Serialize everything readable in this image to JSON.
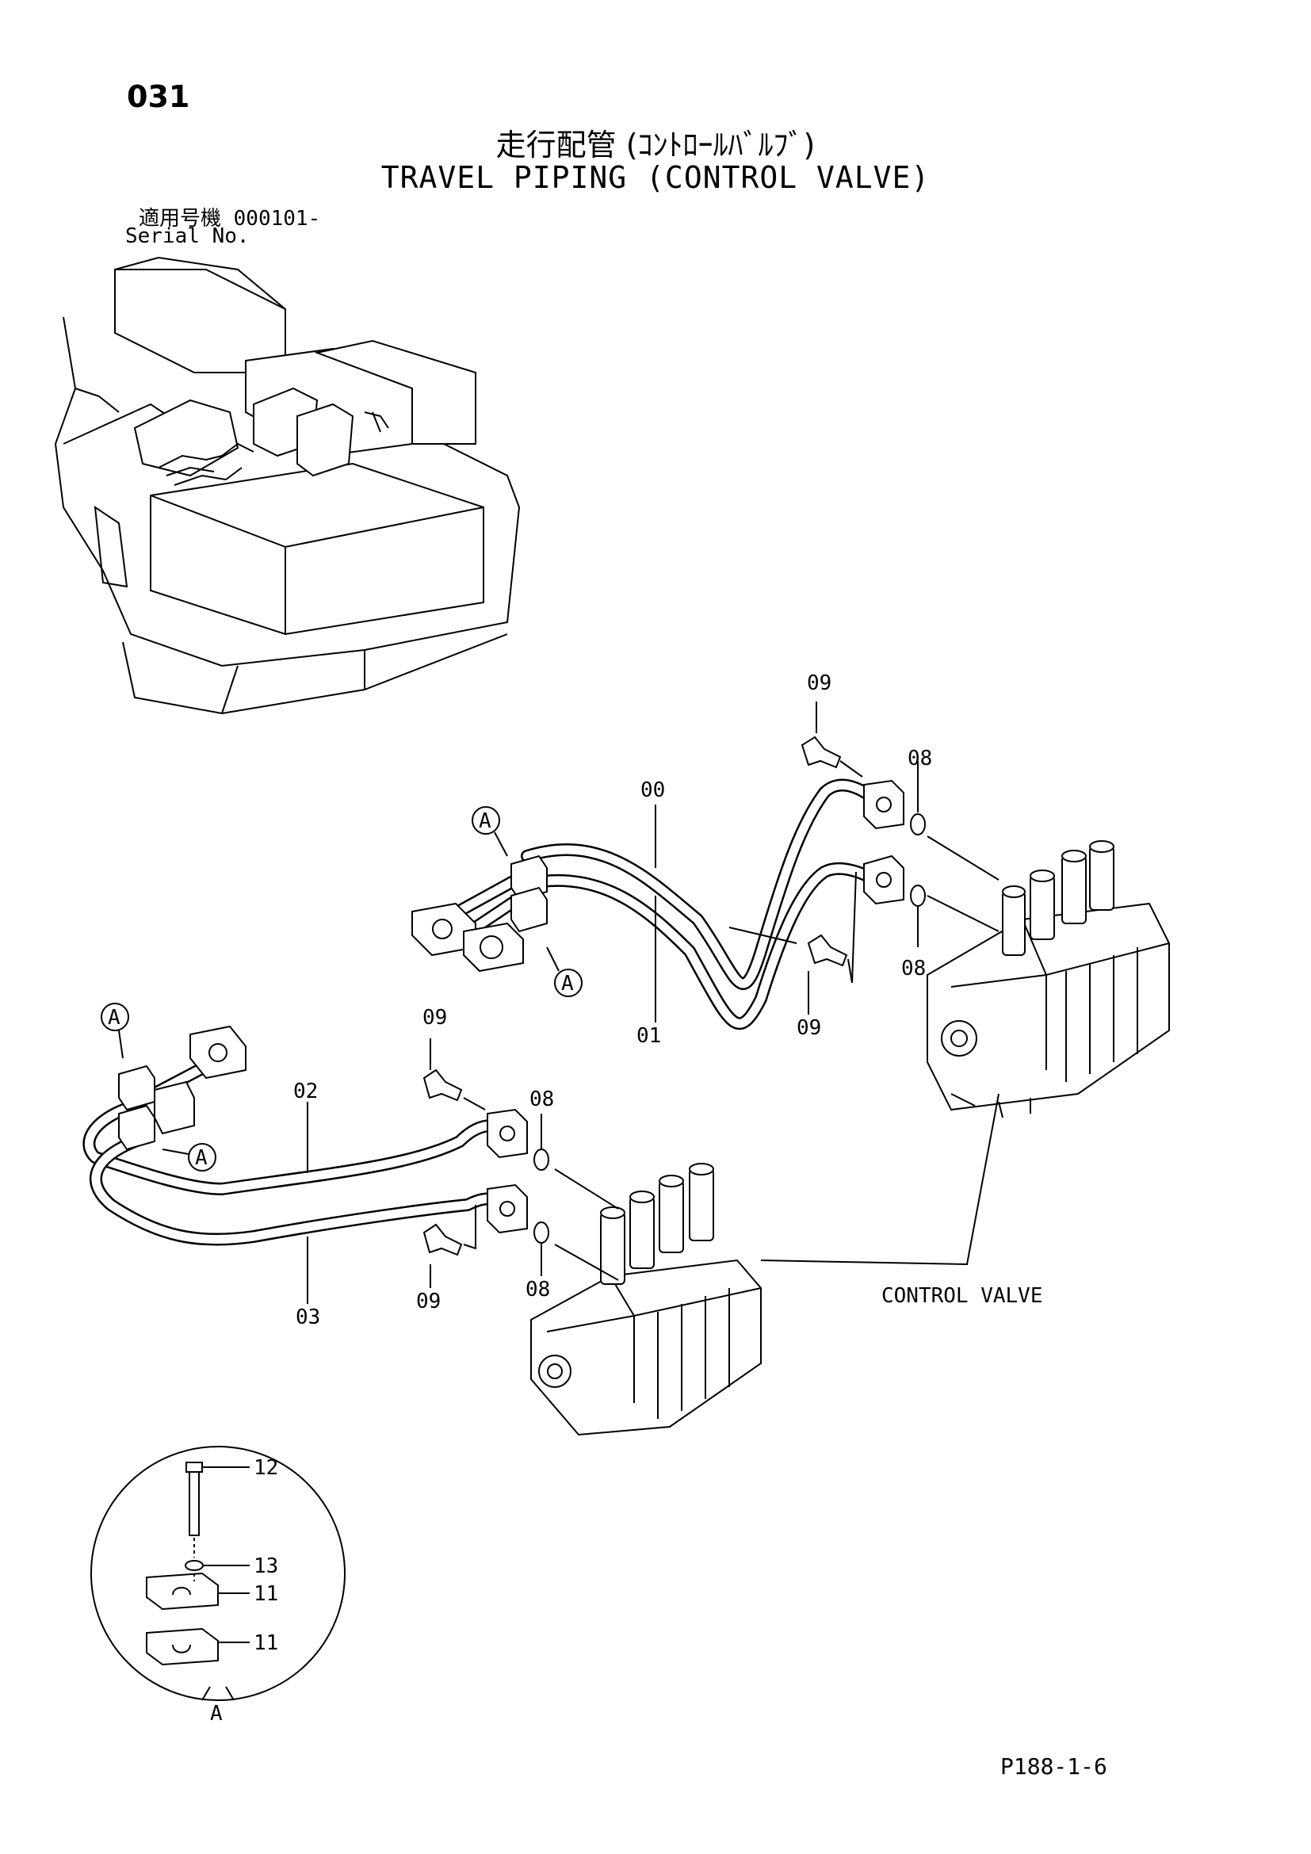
{
  "header": {
    "page_number": "031",
    "title_ja": "走行配管 (ｺﾝﾄﾛｰﾙﾊﾞﾙﾌﾞ)",
    "title_en": "TRAVEL PIPING (CONTROL VALVE)",
    "serial_ja": "適用号機  000101-",
    "serial_en": "Serial No."
  },
  "callouts": {
    "upper": {
      "bolt_top": "09",
      "oring_top": "08",
      "pipe_00": "00",
      "pipe_01": "01",
      "oring_bottom": "08",
      "bolt_bottom": "09",
      "clamp_a1": "A",
      "clamp_a2": "A"
    },
    "lower": {
      "bolt_top": "09",
      "oring_top": "08",
      "pipe_02": "02",
      "pipe_03": "03",
      "bolt_bottom": "09",
      "oring_bottom": "08",
      "clamp_a1": "A",
      "clamp_a2": "A"
    },
    "control_valve": "CONTROL VALVE"
  },
  "detail_a": {
    "label": "A",
    "parts": [
      "12",
      "13",
      "11",
      "11"
    ]
  },
  "footer": {
    "code": "P188-1-6"
  }
}
